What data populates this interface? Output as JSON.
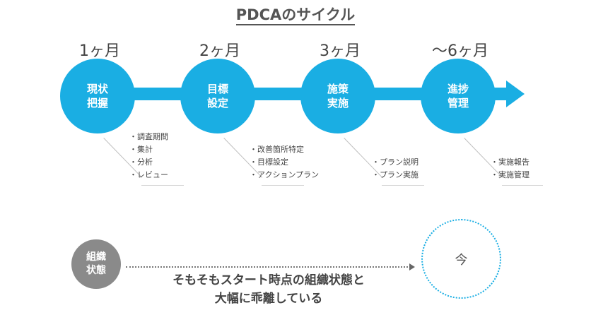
{
  "title": "PDCAのサイクル",
  "accent_color": "#1aaee3",
  "steps": [
    {
      "period": "1ヶ月",
      "line1": "現状",
      "line2": "把握",
      "items": [
        "・調査期間",
        "・集計",
        "・分析",
        "・レビュー"
      ]
    },
    {
      "period": "2ヶ月",
      "line1": "目標",
      "line2": "設定",
      "items": [
        "・改善箇所特定",
        "・目標設定",
        "・アクションプラン"
      ]
    },
    {
      "period": "3ヶ月",
      "line1": "施策",
      "line2": "実施",
      "items": [
        "・プラン説明",
        "・プラン実施"
      ]
    },
    {
      "period": "〜6ヶ月",
      "line1": "進捗",
      "line2": "管理",
      "items": [
        "・実施報告",
        "・実施管理"
      ]
    }
  ],
  "org_state": {
    "line1": "組織",
    "line2": "状態"
  },
  "gap_text": {
    "line1": "そもそもスタート時点の組織状態と",
    "line2": "大幅に乖離している"
  },
  "now_label": "今"
}
